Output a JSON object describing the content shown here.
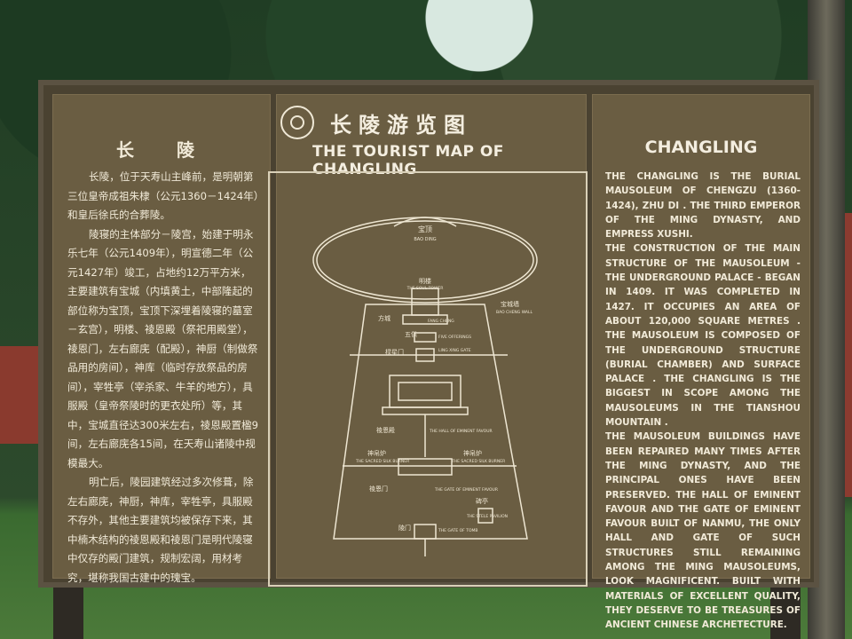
{
  "left_panel": {
    "title": "长　陵",
    "paragraphs": [
      "长陵，位于天寿山主峰前，是明朝第三位皇帝成祖朱棣（公元1360－1424年）和皇后徐氏的合葬陵。",
      "陵寝的主体部分－陵宫，始建于明永乐七年（公元1409年），明宣德二年（公元1427年）竣工，占地约12万平方米，主要建筑有宝城（内填黄土，中部隆起的部位称为宝顶，宝顶下深埋着陵寝的墓室－玄宫），明楼、祾恩殿（祭祀用殿堂），祾恩门，左右廊庑（配殿），神厨（制做祭品用的房间），神库（临时存放祭品的房间），宰牲亭（宰杀家、牛羊的地方），具服殿（皇帝祭陵时的更衣处所）等，其中，宝城直径达300米左右，祾恩殿置楹9间，左右廊庑各15间，在天寿山诸陵中规模最大。",
      "明亡后，陵园建筑经过多次修葺，除左右廊庑，神厨，神库，宰牲亭，具服殿不存外，其他主要建筑均被保存下来，其中楠木结构的祾恩殿和祾恩门是明代陵寝中仅存的殿门建筑，规制宏阔，用材考究，堪称我国古建中的瑰宝。"
    ]
  },
  "map_panel": {
    "title_cn": "长陵游览图",
    "title_en": "THE TOURIST MAP OF CHANGLING",
    "labels": {
      "bao_ding": "宝顶",
      "bao_ding_en": "BAO DING",
      "ming_lou": "明楼",
      "ming_lou_en": "THE SOUL TOWER",
      "bao_cheng": "宝城墙",
      "bao_cheng_en": "BAO CHENG WALL",
      "fang_cheng": "方城",
      "fang_cheng_en": "FANG CHENG",
      "wu_gong": "五供",
      "wu_gong_en": "FIVE OFFERINGS",
      "ling_xing": "棂星门",
      "ling_xing_en": "LING XING GATE",
      "hall": "祾恩殿",
      "hall_en": "THE HALL OF EMINENT FAVOUR",
      "burner_l": "神帛炉",
      "burner_l_en": "THE SACRED SILK BURNER",
      "burner_r": "神帛炉",
      "burner_r_en": "THE SACRED SILK BURNER",
      "gate": "祾恩门",
      "gate_en": "THE GATE OF EMINENT FAVOUR",
      "stele": "碑亭",
      "stele_en": "THE STELE PAVILION",
      "tomb_gate": "陵门",
      "tomb_gate_en": "THE GATE OF TOMB"
    }
  },
  "right_panel": {
    "title": "CHANGLING",
    "paragraphs": [
      "THE CHANGLING IS THE BURIAL MAUSOLEUM OF CHENGZU (1360-1424), ZHU DI . THE THIRD EMPEROR OF THE MING DYNASTY, AND EMPRESS XUSHI.",
      "THE CONSTRUCTION OF THE MAIN STRUCTURE OF THE MAUSOLEUM - THE UNDERGROUND PALACE - BEGAN IN 1409. IT WAS COMPLETED IN 1427. IT OCCUPIES AN AREA OF ABOUT 120,000 SQUARE METRES . THE MAUSOLEUM IS COMPOSED OF THE UNDERGROUND STRUCTURE (BURIAL CHAMBER) AND SURFACE PALACE . THE CHANGLING IS THE BIGGEST IN SCOPE AMONG THE MAUSOLEUMS IN THE TIANSHOU MOUNTAIN .",
      "THE MAUSOLEUM BUILDINGS HAVE BEEN REPAIRED MANY TIMES AFTER THE MING DYNASTY, AND THE PRINCIPAL ONES HAVE BEEN PRESERVED. THE HALL OF EMINENT FAVOUR AND THE GATE OF EMINENT FAVOUR BUILT OF NANMU, THE ONLY HALL AND GATE OF SUCH STRUCTURES STILL REMAINING AMONG THE MING MAUSOLEUMS, LOOK MAGNIFICENT. BUILT WITH MATERIALS OF EXCELLENT QUALITY, THEY DESERVE TO BE TREASURES OF ANCIENT CHINESE ARCHETECTURE."
    ]
  },
  "colors": {
    "board": "#6a5d42",
    "frame": "#4a4231",
    "text": "#f1ead8"
  }
}
